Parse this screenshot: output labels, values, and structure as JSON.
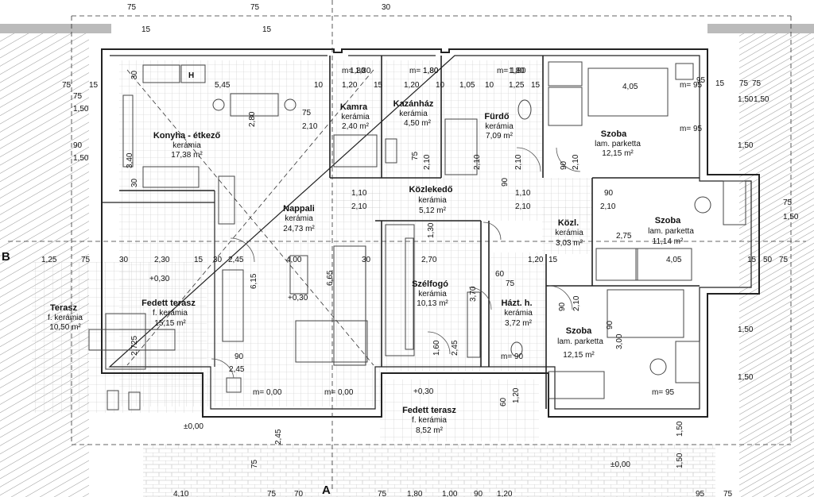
{
  "rooms": [
    {
      "id": "konyha",
      "name": "Konyha - étkező",
      "floor": "kerámia",
      "area": "17,38 m²"
    },
    {
      "id": "kamra",
      "name": "Kamra",
      "floor": "kerámia",
      "area": "2,40 m²"
    },
    {
      "id": "kazanhaz",
      "name": "Kazánház",
      "floor": "kerámia",
      "area": "4,50 m²"
    },
    {
      "id": "furdo",
      "name": "Fürdő",
      "floor": "kerámia",
      "area": "7,09 m²"
    },
    {
      "id": "szoba1",
      "name": "Szoba",
      "floor": "lam. parketta",
      "area": "12,15 m²"
    },
    {
      "id": "nappali",
      "name": "Nappali",
      "floor": "kerámia",
      "area": "24,73 m²"
    },
    {
      "id": "kozlekedo",
      "name": "Közlekedő",
      "floor": "kerámia",
      "area": "5,12 m²"
    },
    {
      "id": "kozl",
      "name": "Közl.",
      "floor": "kerámia",
      "area": "3,03 m²"
    },
    {
      "id": "szoba2",
      "name": "Szoba",
      "floor": "lam. parketta",
      "area": "11,14 m²"
    },
    {
      "id": "terasz",
      "name": "Terasz",
      "floor": "f. kerámia",
      "area": "10,50 m²"
    },
    {
      "id": "fedett1",
      "name": "Fedett terasz",
      "floor": "f. kerámia",
      "area": "15,15 m²"
    },
    {
      "id": "szelfogo",
      "name": "Szélfogó",
      "floor": "kerámia",
      "area": "10,13 m²"
    },
    {
      "id": "hazt",
      "name": "Házt. h.",
      "floor": "kerámia",
      "area": "3,72 m²"
    },
    {
      "id": "szoba3",
      "name": "Szoba",
      "floor": "lam. parketta",
      "area": "12,15 m²"
    },
    {
      "id": "fedett2",
      "name": "Fedett terasz",
      "floor": "f. kerámia",
      "area": "8,52 m²"
    }
  ],
  "section_marks": {
    "b": "B",
    "a": "A"
  },
  "levels": [
    "+0,30",
    "+0,30",
    "+0,30",
    "±0,00",
    "±0,00",
    "m= 0,00",
    "m= 0,00",
    "m= 1,80",
    "m= 1,80",
    "m= 1,80",
    "m= 90",
    "m= 95",
    "m= 95",
    "m= 95"
  ],
  "dimensions": {
    "top": [
      "75",
      "15",
      "75",
      "15",
      "30",
      "1,80",
      "1,80",
      "1,80",
      "95"
    ],
    "row1": [
      "75",
      "15",
      "5,45",
      "10",
      "1,20",
      "15",
      "1,20",
      "10",
      "1,05",
      "10",
      "1,25",
      "15",
      "4,05",
      "15",
      "75",
      "75"
    ],
    "row2": [
      "1,10",
      "2,10",
      "1,10",
      "2,10",
      "90",
      "2,10",
      "2,75"
    ],
    "row3": [
      "1,25",
      "75",
      "30",
      "2,30",
      "15",
      "30",
      "2,45",
      "4,00",
      "30",
      "2,70",
      "1,20",
      "15",
      "4,05",
      "15",
      "50",
      "75"
    ],
    "left_col": [
      "75",
      "1,50",
      "90",
      "1,50",
      "3,40",
      "30",
      "30",
      "2,80"
    ],
    "right_col": [
      "1,50",
      "1,50",
      "1,50",
      "1,50",
      "1,50",
      "1,50",
      "75",
      "1,50"
    ],
    "misc": [
      "2,10",
      "2,10",
      "2,10",
      "2,10",
      "75",
      "2,10",
      "75",
      "75",
      "6,65",
      "6,15",
      "2,725",
      "1,30",
      "3,70",
      "1,20",
      "60",
      "1,60",
      "2,45",
      "90",
      "2,45",
      "60",
      "90",
      "2,10",
      "3,00",
      "75",
      "2,45",
      "1,50",
      "4,10",
      "75",
      "70",
      "75",
      "1,80",
      "1,00",
      "90",
      "1,20",
      "95",
      "75",
      "90",
      "90",
      "90"
    ]
  },
  "symbols": {
    "stove": "H"
  }
}
